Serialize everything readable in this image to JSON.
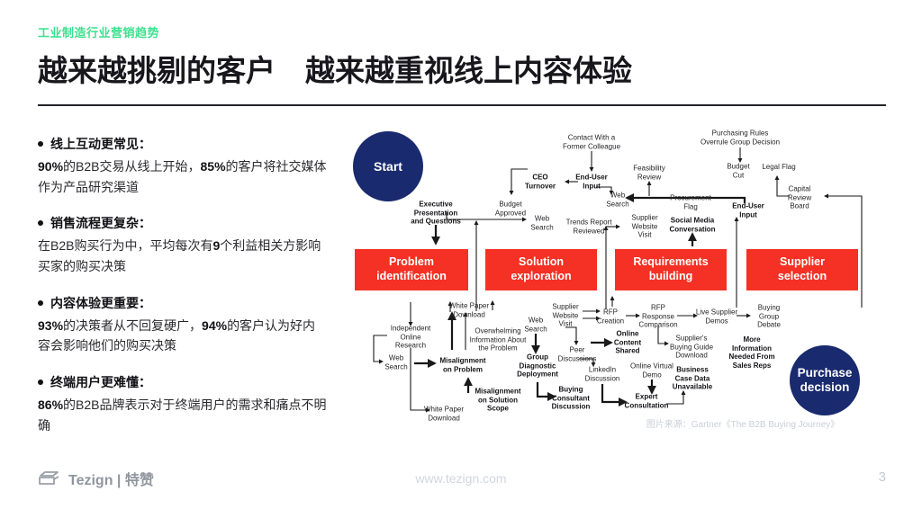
{
  "page": {
    "eyebrow": "工业制造行业营销趋势",
    "title": "越来越挑剔的客户　越来越重视线上内容体验",
    "page_number": "3"
  },
  "colors": {
    "accent_green": "#3EE08F",
    "gartner_red": "#F43124",
    "navy": "#1A2A6E"
  },
  "bullets": [
    {
      "heading": "线上互动更常见：",
      "body": [
        {
          "t": "90%",
          "b": true
        },
        {
          "t": "的B2B交易从线上开始，",
          "b": false
        },
        {
          "t": "85%",
          "b": true
        },
        {
          "t": "的客户将社交媒体作为产品研究渠道",
          "b": false
        }
      ]
    },
    {
      "heading": "销售流程更复杂：",
      "body": [
        {
          "t": "在B2B购买行为中，平均每次有",
          "b": false
        },
        {
          "t": "9",
          "b": true
        },
        {
          "t": "个利益相关方影响买家的购买决策",
          "b": false
        }
      ]
    },
    {
      "heading": "内容体验更重要：",
      "body": [
        {
          "t": "93%",
          "b": true
        },
        {
          "t": "的决策者从不回复硬广，",
          "b": false
        },
        {
          "t": "94%",
          "b": true
        },
        {
          "t": "的客户认为好内容会影响他们的购买决策",
          "b": false
        }
      ]
    },
    {
      "heading": "终端用户更难懂：",
      "body": [
        {
          "t": "86%",
          "b": true
        },
        {
          "t": "的B2B品牌表示对于终端用户的需求和痛点不明确",
          "b": false
        }
      ]
    }
  ],
  "diagram": {
    "start_label": "Start",
    "purchase_label": "Purchase\ndecision",
    "source": "图片来源：Gartner《The B2B Buying Journey》",
    "stages": [
      "Problem\nidentification",
      "Solution\nexploration",
      "Requirements\nbuilding",
      "Supplier\nselection"
    ],
    "nodes": [
      {
        "text": "Contact With a\nFormer Colleague"
      },
      {
        "text": "End-User\nInput"
      },
      {
        "text": "CEO\nTurnover"
      },
      {
        "text": "Budget\nApproved"
      },
      {
        "text": "Feasibility\nReview"
      },
      {
        "text": "Web\nSearch"
      },
      {
        "text": "Executive\nPresentation\nand Questions"
      },
      {
        "text": "Web\nSearch"
      },
      {
        "text": "Trends Report\nReviewed"
      },
      {
        "text": "Supplier\nWebsite\nVisit"
      },
      {
        "text": "Procurement\nFlag"
      },
      {
        "text": "Social Media\nConversation"
      },
      {
        "text": "End-User\nInput"
      },
      {
        "text": "Purchasing Rules\nOverrule Group Decision"
      },
      {
        "text": "Budget\nCut"
      },
      {
        "text": "Legal Flag"
      },
      {
        "text": "Capital\nReview\nBoard"
      },
      {
        "text": "White Paper\nDownload"
      },
      {
        "text": "Independent\nOnline\nResearch"
      },
      {
        "text": "Web\nSearch"
      },
      {
        "text": "Misalignment\non Problem"
      },
      {
        "text": "Overwhelming\nInformation About\nthe Problem"
      },
      {
        "text": "Misalignment\non Solution\nScope"
      },
      {
        "text": "White Paper\nDownload"
      },
      {
        "text": "Web\nSearch"
      },
      {
        "text": "Supplier\nWebsite\nVisit"
      },
      {
        "text": "Peer\nDiscussions"
      },
      {
        "text": "Group\nDiagnostic\nDeployment"
      },
      {
        "text": "Buying\nConsultant\nDiscussion"
      },
      {
        "text": "LinkedIn\nDiscussion"
      },
      {
        "text": "RFP\nCreation"
      },
      {
        "text": "Online\nContent\nShared"
      },
      {
        "text": "RFP\nResponse\nComparison"
      },
      {
        "text": "Live Supplier\nDemos"
      },
      {
        "text": "Buying\nGroup\nDebate"
      },
      {
        "text": "Supplier's\nBuying Guide\nDownload"
      },
      {
        "text": "Online Virtual\nDemo"
      },
      {
        "text": "Business\nCase Data\nUnavailable"
      },
      {
        "text": "Expert\nConsultation"
      },
      {
        "text": "More\nInformation\nNeeded From\nSales Reps"
      }
    ]
  },
  "footer": {
    "brand": "Tezign | 特赞",
    "url": "www.tezign.com"
  }
}
